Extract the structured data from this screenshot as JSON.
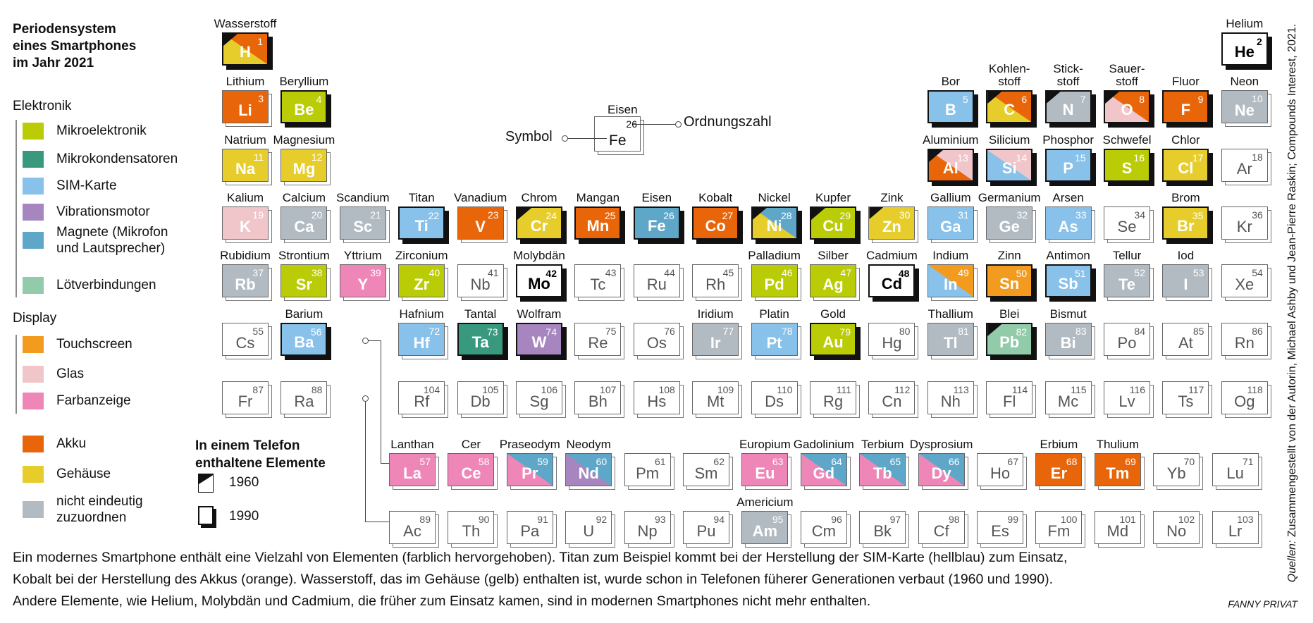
{
  "title": [
    "Periodensystem",
    "eines Smartphones",
    "im Jahr 2021"
  ],
  "legend": {
    "group_electronics": "Elektronik",
    "group_display": "Display",
    "categories": {
      "mikro": {
        "label": "Mikroelektronik",
        "color": "#b9cc05"
      },
      "kond": {
        "label": "Mikrokondensatoren",
        "color": "#38997f"
      },
      "sim": {
        "label": "SIM-Karte",
        "color": "#88c1ea"
      },
      "vib": {
        "label": "Vibrationsmotor",
        "color": "#a786bf"
      },
      "magnet": {
        "label": "Magnete (Mikrofon und Lautsprecher)",
        "line1": "Magnete (Mikrofon",
        "line2": "und Lautsprecher)",
        "color": "#5ea7c9"
      },
      "loet": {
        "label": "Lötverbindungen",
        "color": "#91cba9"
      },
      "touch": {
        "label": "Touchscreen",
        "color": "#f29b1f"
      },
      "glas": {
        "label": "Glas",
        "color": "#f0c6ca"
      },
      "farb": {
        "label": "Farbanzeige",
        "color": "#ee87b8"
      },
      "akku": {
        "label": "Akku",
        "color": "#e8650a"
      },
      "gehaeuse": {
        "label": "Gehäuse",
        "color": "#e6cd2b"
      },
      "unklar": {
        "label": "nicht eindeutig zuzuordnen",
        "line1": "nicht eindeutig",
        "line2": "zuzuordnen",
        "color": "#b3bbc2"
      }
    }
  },
  "years_legend": {
    "title1": "In einem Telefon",
    "title2": "enthaltene Elemente",
    "y1960": "1960",
    "y1990": "1990"
  },
  "key": {
    "name": "Eisen",
    "symbol": "Fe",
    "number": "26",
    "symbol_label": "Symbol",
    "number_label": "Ordnungszahl"
  },
  "elements": [
    {
      "z": 1,
      "s": "H",
      "n": "Wasserstoff",
      "c": [
        "akku",
        "gehaeuse"
      ],
      "y60": true,
      "y90": true
    },
    {
      "z": 2,
      "s": "He",
      "n": "Helium",
      "c": [],
      "y90": true,
      "strong": true
    },
    {
      "z": 3,
      "s": "Li",
      "n": "Lithium",
      "c": [
        "akku"
      ]
    },
    {
      "z": 4,
      "s": "Be",
      "n": "Beryllium",
      "c": [
        "mikro"
      ],
      "y90": true
    },
    {
      "z": 5,
      "s": "B",
      "n": "Bor",
      "c": [
        "sim"
      ],
      "y90": true
    },
    {
      "z": 6,
      "s": "C",
      "n": "Kohlen-\nstoff",
      "c": [
        "akku",
        "gehaeuse"
      ],
      "y60": true,
      "y90": true
    },
    {
      "z": 7,
      "s": "N",
      "n": "Stick-\nstoff",
      "c": [
        "unklar"
      ],
      "y60": true,
      "y90": true
    },
    {
      "z": 8,
      "s": "O",
      "n": "Sauer-\nstoff",
      "c": [
        "akku",
        "glas"
      ],
      "y60": true,
      "y90": true
    },
    {
      "z": 9,
      "s": "F",
      "n": "Fluor",
      "c": [
        "akku"
      ],
      "y90": true
    },
    {
      "z": 10,
      "s": "Ne",
      "n": "Neon",
      "c": [
        "unklar"
      ]
    },
    {
      "z": 11,
      "s": "Na",
      "n": "Natrium",
      "c": [
        "gehaeuse"
      ]
    },
    {
      "z": 12,
      "s": "Mg",
      "n": "Magnesium",
      "c": [
        "gehaeuse"
      ]
    },
    {
      "z": 13,
      "s": "Al",
      "n": "Aluminium",
      "c": [
        "glas",
        "akku"
      ],
      "y60": true,
      "y90": true
    },
    {
      "z": 14,
      "s": "Si",
      "n": "Silicium",
      "c": [
        "glas",
        "sim"
      ],
      "y90": true
    },
    {
      "z": 15,
      "s": "P",
      "n": "Phosphor",
      "c": [
        "sim"
      ],
      "y90": true
    },
    {
      "z": 16,
      "s": "S",
      "n": "Schwefel",
      "c": [
        "mikro"
      ],
      "y90": true
    },
    {
      "z": 17,
      "s": "Cl",
      "n": "Chlor",
      "c": [
        "gehaeuse"
      ],
      "y90": true
    },
    {
      "z": 18,
      "s": "Ar",
      "c": []
    },
    {
      "z": 19,
      "s": "K",
      "n": "Kalium",
      "c": [
        "glas"
      ]
    },
    {
      "z": 20,
      "s": "Ca",
      "n": "Calcium",
      "c": [
        "unklar"
      ]
    },
    {
      "z": 21,
      "s": "Sc",
      "n": "Scandium",
      "c": [
        "unklar"
      ]
    },
    {
      "z": 22,
      "s": "Ti",
      "n": "Titan",
      "c": [
        "sim"
      ],
      "y90": true
    },
    {
      "z": 23,
      "s": "V",
      "n": "Vanadium",
      "c": [
        "akku"
      ]
    },
    {
      "z": 24,
      "s": "Cr",
      "n": "Chrom",
      "c": [
        "gehaeuse"
      ],
      "y60": true,
      "y90": true
    },
    {
      "z": 25,
      "s": "Mn",
      "n": "Mangan",
      "c": [
        "akku"
      ],
      "y90": true
    },
    {
      "z": 26,
      "s": "Fe",
      "n": "Eisen",
      "c": [
        "magnet"
      ],
      "y90": true
    },
    {
      "z": 27,
      "s": "Co",
      "n": "Kobalt",
      "c": [
        "akku"
      ],
      "y90": true
    },
    {
      "z": 28,
      "s": "Ni",
      "n": "Nickel",
      "c": [
        "magnet",
        "gehaeuse"
      ],
      "y60": true,
      "y90": true
    },
    {
      "z": 29,
      "s": "Cu",
      "n": "Kupfer",
      "c": [
        "mikro"
      ],
      "y60": true,
      "y90": true
    },
    {
      "z": 30,
      "s": "Zn",
      "n": "Zink",
      "c": [
        "gehaeuse"
      ],
      "y60": true
    },
    {
      "z": 31,
      "s": "Ga",
      "n": "Gallium",
      "c": [
        "sim"
      ]
    },
    {
      "z": 32,
      "s": "Ge",
      "n": "Germanium",
      "c": [
        "unklar"
      ]
    },
    {
      "z": 33,
      "s": "As",
      "n": "Arsen",
      "c": [
        "sim"
      ]
    },
    {
      "z": 34,
      "s": "Se",
      "c": []
    },
    {
      "z": 35,
      "s": "Br",
      "n": "Brom",
      "c": [
        "gehaeuse"
      ],
      "y90": true
    },
    {
      "z": 36,
      "s": "Kr",
      "c": []
    },
    {
      "z": 37,
      "s": "Rb",
      "n": "Rubidium",
      "c": [
        "unklar"
      ]
    },
    {
      "z": 38,
      "s": "Sr",
      "n": "Strontium",
      "c": [
        "mikro"
      ]
    },
    {
      "z": 39,
      "s": "Y",
      "n": "Yttrium",
      "c": [
        "farb"
      ]
    },
    {
      "z": 40,
      "s": "Zr",
      "n": "Zirconium",
      "c": [
        "mikro"
      ]
    },
    {
      "z": 41,
      "s": "Nb",
      "c": []
    },
    {
      "z": 42,
      "s": "Mo",
      "n": "Molybdän",
      "c": [],
      "y90": true,
      "strong": true
    },
    {
      "z": 43,
      "s": "Tc",
      "c": []
    },
    {
      "z": 44,
      "s": "Ru",
      "c": []
    },
    {
      "z": 45,
      "s": "Rh",
      "c": []
    },
    {
      "z": 46,
      "s": "Pd",
      "n": "Palladium",
      "c": [
        "mikro"
      ]
    },
    {
      "z": 47,
      "s": "Ag",
      "n": "Silber",
      "c": [
        "mikro"
      ]
    },
    {
      "z": 48,
      "s": "Cd",
      "n": "Cadmium",
      "c": [],
      "y90": true,
      "strong": true
    },
    {
      "z": 49,
      "s": "In",
      "n": "Indium",
      "c": [
        "touch",
        "sim"
      ]
    },
    {
      "z": 50,
      "s": "Sn",
      "n": "Zinn",
      "c": [
        "touch"
      ],
      "y90": true
    },
    {
      "z": 51,
      "s": "Sb",
      "n": "Antimon",
      "c": [
        "sim"
      ],
      "y90": true
    },
    {
      "z": 52,
      "s": "Te",
      "n": "Tellur",
      "c": [
        "unklar"
      ]
    },
    {
      "z": 53,
      "s": "I",
      "n": "Iod",
      "c": [
        "unklar"
      ]
    },
    {
      "z": 54,
      "s": "Xe",
      "c": []
    },
    {
      "z": 55,
      "s": "Cs",
      "c": []
    },
    {
      "z": 56,
      "s": "Ba",
      "n": "Barium",
      "c": [
        "sim"
      ],
      "y90": true
    },
    {
      "z": 57,
      "s": "La",
      "n": "Lanthan",
      "c": [
        "farb"
      ]
    },
    {
      "z": 58,
      "s": "Ce",
      "n": "Cer",
      "c": [
        "farb"
      ]
    },
    {
      "z": 59,
      "s": "Pr",
      "n": "Praseodym",
      "c": [
        "magnet",
        "farb"
      ]
    },
    {
      "z": 60,
      "s": "Nd",
      "n": "Neodym",
      "c": [
        "magnet",
        "vib"
      ]
    },
    {
      "z": 61,
      "s": "Pm",
      "c": []
    },
    {
      "z": 62,
      "s": "Sm",
      "c": []
    },
    {
      "z": 63,
      "s": "Eu",
      "n": "Europium",
      "c": [
        "farb"
      ]
    },
    {
      "z": 64,
      "s": "Gd",
      "n": "Gadolinium",
      "c": [
        "magnet",
        "farb"
      ]
    },
    {
      "z": 65,
      "s": "Tb",
      "n": "Terbium",
      "c": [
        "magnet",
        "farb"
      ]
    },
    {
      "z": 66,
      "s": "Dy",
      "n": "Dysprosium",
      "c": [
        "magnet",
        "farb"
      ]
    },
    {
      "z": 67,
      "s": "Ho",
      "c": []
    },
    {
      "z": 68,
      "s": "Er",
      "n": "Erbium",
      "c": [
        "akku"
      ]
    },
    {
      "z": 69,
      "s": "Tm",
      "n": "Thulium",
      "c": [
        "akku"
      ]
    },
    {
      "z": 70,
      "s": "Yb",
      "c": []
    },
    {
      "z": 71,
      "s": "Lu",
      "c": []
    },
    {
      "z": 72,
      "s": "Hf",
      "n": "Hafnium",
      "c": [
        "sim"
      ]
    },
    {
      "z": 73,
      "s": "Ta",
      "n": "Tantal",
      "c": [
        "kond"
      ],
      "y90": true
    },
    {
      "z": 74,
      "s": "W",
      "n": "Wolfram",
      "c": [
        "vib"
      ],
      "y90": true
    },
    {
      "z": 75,
      "s": "Re",
      "c": []
    },
    {
      "z": 76,
      "s": "Os",
      "c": []
    },
    {
      "z": 77,
      "s": "Ir",
      "n": "Iridium",
      "c": [
        "unklar"
      ]
    },
    {
      "z": 78,
      "s": "Pt",
      "n": "Platin",
      "c": [
        "sim"
      ]
    },
    {
      "z": 79,
      "s": "Au",
      "n": "Gold",
      "c": [
        "mikro"
      ],
      "y90": true
    },
    {
      "z": 80,
      "s": "Hg",
      "c": []
    },
    {
      "z": 81,
      "s": "Tl",
      "n": "Thallium",
      "c": [
        "unklar"
      ]
    },
    {
      "z": 82,
      "s": "Pb",
      "n": "Blei",
      "c": [
        "loet"
      ],
      "y60": true,
      "y90": true
    },
    {
      "z": 83,
      "s": "Bi",
      "n": "Bismut",
      "c": [
        "unklar"
      ]
    },
    {
      "z": 84,
      "s": "Po",
      "c": []
    },
    {
      "z": 85,
      "s": "At",
      "c": []
    },
    {
      "z": 86,
      "s": "Rn",
      "c": []
    },
    {
      "z": 87,
      "s": "Fr",
      "c": []
    },
    {
      "z": 88,
      "s": "Ra",
      "c": []
    },
    {
      "z": 89,
      "s": "Ac",
      "c": []
    },
    {
      "z": 90,
      "s": "Th",
      "c": []
    },
    {
      "z": 91,
      "s": "Pa",
      "c": []
    },
    {
      "z": 92,
      "s": "U",
      "c": []
    },
    {
      "z": 93,
      "s": "Np",
      "c": []
    },
    {
      "z": 94,
      "s": "Pu",
      "c": []
    },
    {
      "z": 95,
      "s": "Am",
      "n": "Americium",
      "c": [
        "unklar"
      ]
    },
    {
      "z": 96,
      "s": "Cm",
      "c": []
    },
    {
      "z": 97,
      "s": "Bk",
      "c": []
    },
    {
      "z": 98,
      "s": "Cf",
      "c": []
    },
    {
      "z": 99,
      "s": "Es",
      "c": []
    },
    {
      "z": 100,
      "s": "Fm",
      "c": []
    },
    {
      "z": 101,
      "s": "Md",
      "c": []
    },
    {
      "z": 102,
      "s": "No",
      "c": []
    },
    {
      "z": 103,
      "s": "Lr",
      "c": []
    },
    {
      "z": 104,
      "s": "Rf",
      "c": []
    },
    {
      "z": 105,
      "s": "Db",
      "c": []
    },
    {
      "z": 106,
      "s": "Sg",
      "c": []
    },
    {
      "z": 107,
      "s": "Bh",
      "c": []
    },
    {
      "z": 108,
      "s": "Hs",
      "c": []
    },
    {
      "z": 109,
      "s": "Mt",
      "c": []
    },
    {
      "z": 110,
      "s": "Ds",
      "c": []
    },
    {
      "z": 111,
      "s": "Rg",
      "c": []
    },
    {
      "z": 112,
      "s": "Cn",
      "c": []
    },
    {
      "z": 113,
      "s": "Nh",
      "c": []
    },
    {
      "z": 114,
      "s": "Fl",
      "c": []
    },
    {
      "z": 115,
      "s": "Mc",
      "c": []
    },
    {
      "z": 116,
      "s": "Lv",
      "c": []
    },
    {
      "z": 117,
      "s": "Ts",
      "c": []
    },
    {
      "z": 118,
      "s": "Og",
      "c": []
    }
  ],
  "footer": [
    "Ein modernes Smartphone enthält eine Vielzahl von Elementen (farblich hervorgehoben). Titan zum Beispiel kommt bei der Herstellung der SIM-Karte (hellblau) zum Einsatz,",
    "Kobalt bei der Herstellung des Akkus (orange). Wasserstoff, das im Gehäuse (gelb) enthalten ist, wurde schon in Telefonen füherer Generationen verbaut (1960 und 1990).",
    "Andere Elemente, wie Helium, Molybdän und Cadmium, die früher zum Einsatz kamen, sind in modernen Smartphones nicht mehr enthalten."
  ],
  "credit": {
    "prefix": "Quellen:",
    "text": " Zusammengestellt von der Autorin, Michael Ashby und Jean-Pierre Raskin; Compounds Interest, 2021."
  },
  "author": "FANNY PRIVAT"
}
